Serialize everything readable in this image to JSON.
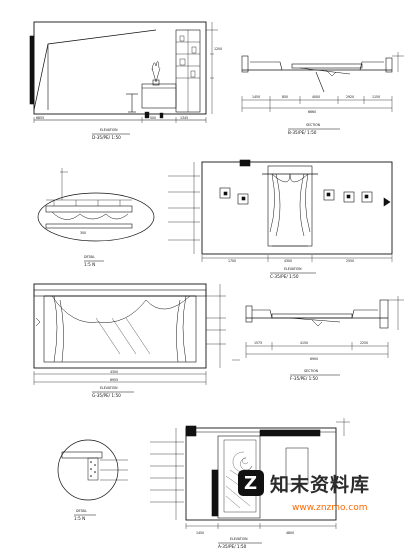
{
  "views": {
    "a": {
      "title": "D-35/PE/ 1:50",
      "caption": "ELEVATION",
      "dims": [
        "6855",
        "1200",
        "500",
        "1345"
      ]
    },
    "b": {
      "title": "B-35/PE/ 1:50",
      "caption": "SECTION",
      "dims": [
        "6660",
        "1450",
        "850",
        "4000",
        "2920",
        "1150"
      ]
    },
    "c": {
      "title": "1:5 N",
      "caption": "DETAIL"
    },
    "d": {
      "title": "C-35/PE/ 1:50",
      "caption": "ELEVATION",
      "dims": [
        "4300",
        "1700",
        "2550"
      ]
    },
    "e": {
      "title": "G-35/PE/ 1:50",
      "caption": "ELEVATION",
      "dims": [
        "6955",
        "4300"
      ]
    },
    "f": {
      "title": "F-35/PE/ 1:50",
      "caption": "SECTION",
      "dims": [
        "6900",
        "4150",
        "1575",
        "2250"
      ]
    },
    "g": {
      "title": "1:5 N",
      "caption": "DETAIL"
    },
    "h": {
      "title": "A-35/PE/ 1:50",
      "caption": "ELEVATION",
      "dims": [
        "4800",
        "1450"
      ]
    }
  },
  "watermark": {
    "brand": "知末资料库",
    "url": "www.znzmo.com",
    "logo_letter": "Z"
  }
}
